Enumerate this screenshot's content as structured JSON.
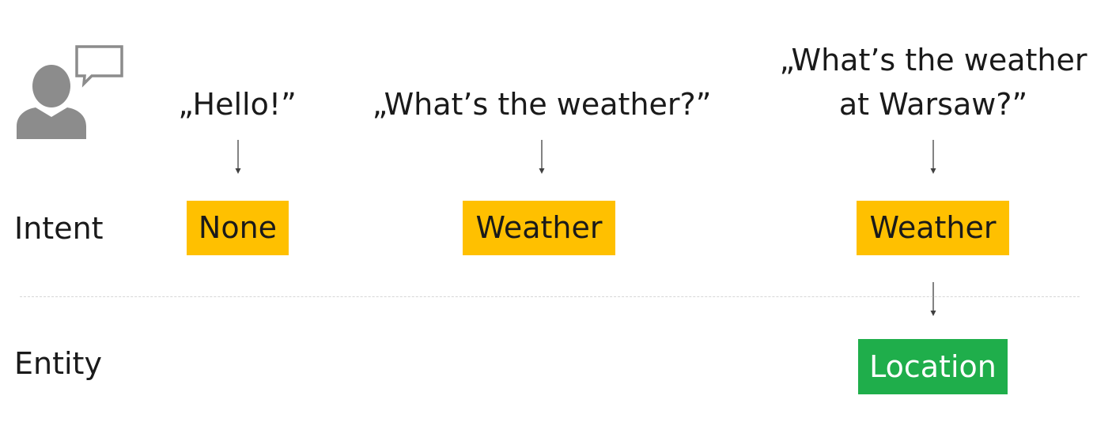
{
  "rows": {
    "intent_label": "Intent",
    "entity_label": "Entity"
  },
  "utterances": {
    "u1": "„Hello!”",
    "u2": "„What’s the weather?”",
    "u3_line1": "„What’s the weather",
    "u3_line2": "at Warsaw?”"
  },
  "intents": {
    "i1": "None",
    "i2": "Weather",
    "i3": "Weather"
  },
  "entities": {
    "e1": "Location"
  },
  "colors": {
    "intent_fill": "#ffc000",
    "entity_fill": "#1fae4b",
    "icon_gray": "#8c8c8c"
  }
}
